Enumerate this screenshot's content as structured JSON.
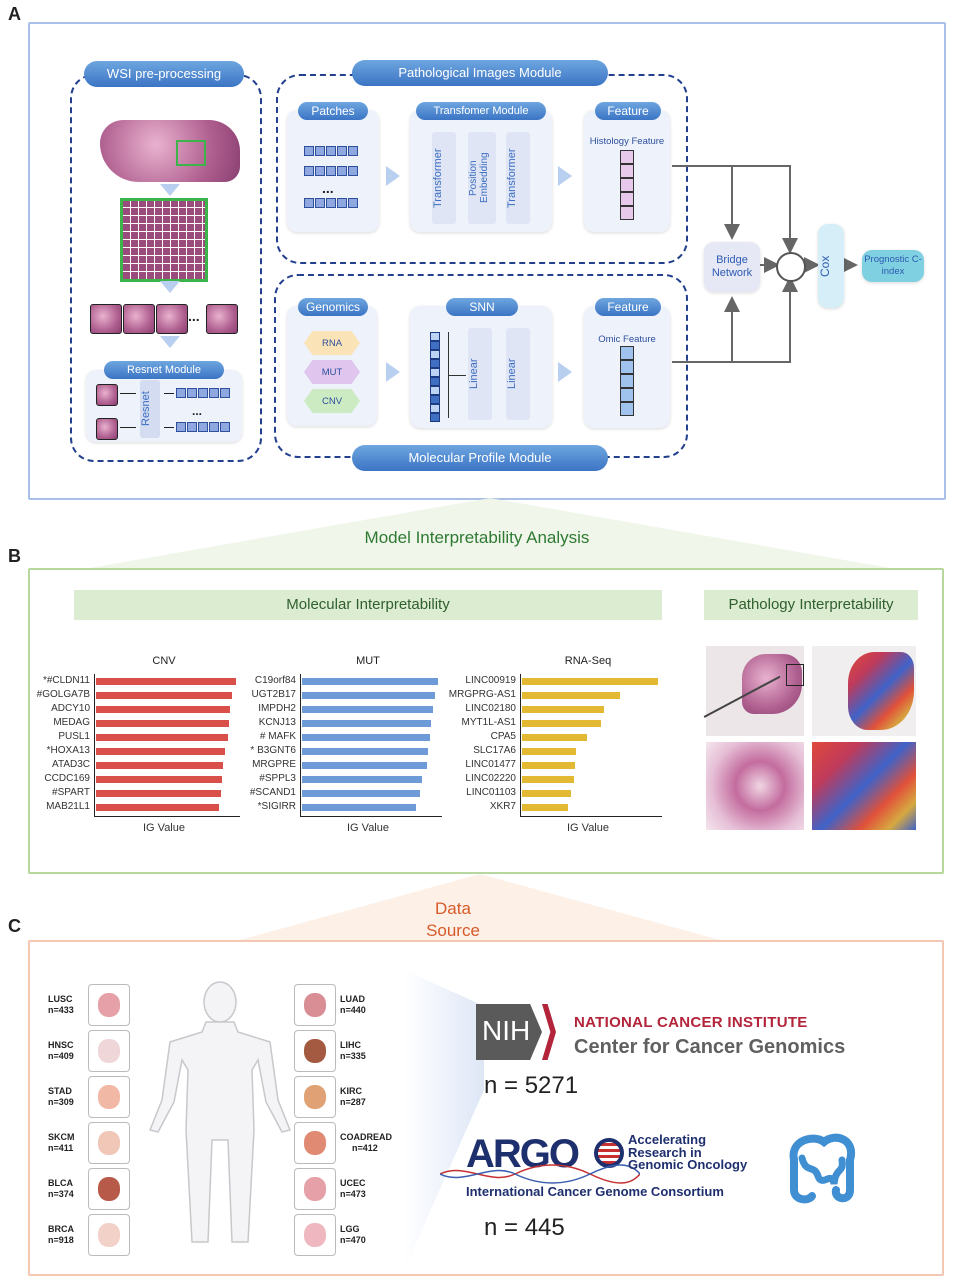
{
  "panels": {
    "a": "A",
    "b": "B",
    "c": "C"
  },
  "a": {
    "wsi_title": "WSI pre-processing",
    "resnet_module": "Resnet Module",
    "resnet": "Resnet",
    "path_module": "Pathological Images Module",
    "patches": "Patches",
    "transformer_module": "Transfomer Module",
    "transformer": "Transformer",
    "position_embedding": "Position Embedding",
    "feature": "Feature",
    "histology_feature": "Histology Feature",
    "genomics": "Genomics",
    "rna": "RNA",
    "mut": "MUT",
    "cnv": "CNV",
    "snn": "SNN",
    "linear": "Linear",
    "omic_feature": "Omic Feature",
    "mol_module": "Molecular Profile Module",
    "bridge": "Bridge Network",
    "cox": "Cox",
    "prognostic": "Prognostic C-index",
    "dots": "..."
  },
  "b": {
    "heading": "Model Interpretability Analysis",
    "mol_title": "Molecular Interpretability",
    "path_title": "Pathology Interpretability",
    "xlabel": "IG Value"
  },
  "chart_data": [
    {
      "type": "bar",
      "title": "CNV",
      "xlabel": "IG Value",
      "categories": [
        "*#CLDN11",
        "#GOLGA7B",
        "ADCY10",
        "MEDAG",
        "PUSL1",
        "*HOXA13",
        "ATAD3C",
        "CCDC169",
        "#SPART",
        "MAB21L1"
      ],
      "values": [
        1.0,
        0.97,
        0.96,
        0.95,
        0.94,
        0.92,
        0.91,
        0.9,
        0.89,
        0.88
      ],
      "color": "#d9504a"
    },
    {
      "type": "bar",
      "title": "MUT",
      "xlabel": "IG Value",
      "categories": [
        "C19orf84",
        "UGT2B17",
        "IMPDH2",
        "KCNJ13",
        "# MAFK",
        "* B3GNT6",
        "MRGPRE",
        "#SPPL3",
        "#SCAND1",
        "*SIGIRR"
      ],
      "values": [
        1.0,
        0.98,
        0.96,
        0.95,
        0.94,
        0.93,
        0.92,
        0.88,
        0.87,
        0.84
      ],
      "color": "#6f9ad8"
    },
    {
      "type": "bar",
      "title": "RNA-Seq",
      "xlabel": "IG Value",
      "categories": [
        "LINC00919",
        "MRGPRG-AS1",
        "LINC02180",
        "MYT1L-AS1",
        "CPA5",
        "SLC17A6",
        "LINC01477",
        "LINC02220",
        "LINC01103",
        "XKR7"
      ],
      "values": [
        1.0,
        0.72,
        0.6,
        0.58,
        0.48,
        0.4,
        0.39,
        0.38,
        0.36,
        0.34
      ],
      "color": "#e3b832"
    }
  ],
  "c": {
    "heading_line1": "Data",
    "heading_line2": "Source",
    "left_organs": [
      {
        "name": "LUSC",
        "n": "n=433"
      },
      {
        "name": "HNSC",
        "n": "n=409"
      },
      {
        "name": "STAD",
        "n": "n=309"
      },
      {
        "name": "SKCM",
        "n": "n=411"
      },
      {
        "name": "BLCA",
        "n": "n=374"
      },
      {
        "name": "BRCA",
        "n": "n=918"
      }
    ],
    "right_organs": [
      {
        "name": "LUAD",
        "n": "n=440"
      },
      {
        "name": "LIHC",
        "n": "n=335"
      },
      {
        "name": "KIRC",
        "n": "n=287"
      },
      {
        "name": "COADREAD",
        "n": "n=412"
      },
      {
        "name": "UCEC",
        "n": "n=473"
      },
      {
        "name": "LGG",
        "n": "n=470"
      }
    ],
    "nih": "NIH",
    "nci": "NATIONAL CANCER INSTITUTE",
    "ccg": "Center for Cancer Genomics",
    "n1": "n = 5271",
    "argo": "ARGO",
    "argo_l1": "Accelerating",
    "argo_l2": "Research in",
    "argo_l3": "Genomic Oncology",
    "icgc": "International Cancer Genome Consortium",
    "n2": "n = 445"
  }
}
